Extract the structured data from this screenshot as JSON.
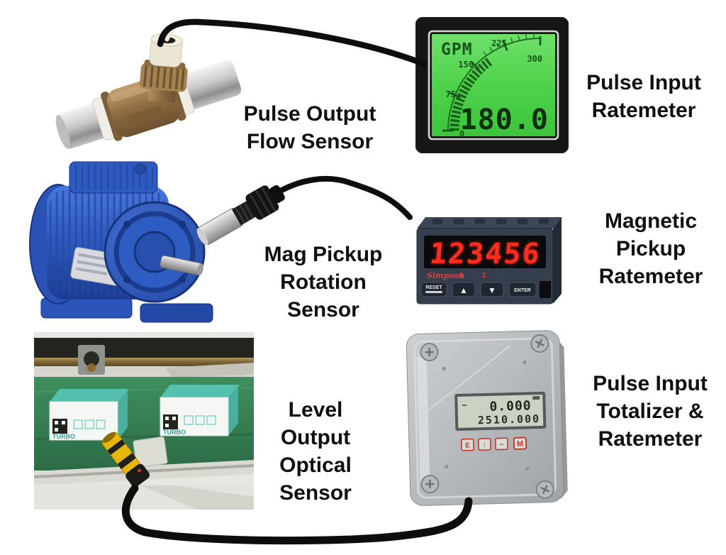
{
  "labels": {
    "flow_sensor": {
      "lines": [
        "Pulse Output",
        "Flow Sensor"
      ]
    },
    "pulse_ratemeter": {
      "lines": [
        "Pulse Input",
        "Ratemeter"
      ]
    },
    "mag_sensor": {
      "lines": [
        "Mag Pickup",
        "Rotation",
        "Sensor"
      ]
    },
    "mag_ratemeter": {
      "lines": [
        "Magnetic",
        "Pickup",
        "Ratemeter"
      ]
    },
    "optical_sensor": {
      "lines": [
        "Level",
        "Output",
        "Optical",
        "Sensor"
      ]
    },
    "totalizer": {
      "lines": [
        "Pulse Input",
        "Totalizer &",
        "Ratemeter"
      ]
    }
  },
  "rate_meter": {
    "unit": "GPM",
    "reading": "180.0",
    "scale": [
      "0",
      "75",
      "150",
      "225",
      "300"
    ],
    "scale_min": 0,
    "scale_max": 300
  },
  "panel_meter": {
    "reading": "123456",
    "brand": "Simpson",
    "indicator1": "1",
    "indicator2": "2",
    "buttons": {
      "reset": "RESET",
      "up": "▲",
      "down": "▼",
      "enter": "ENTER"
    }
  },
  "totalizer_device": {
    "display_line1": "0.000",
    "display_line2": "2510.000",
    "lcd_minus": "−",
    "buttons": [
      "E",
      "↑",
      "−",
      "M"
    ]
  },
  "conveyor": {
    "box_label": "TURBO"
  },
  "colors": {
    "cable": "#0d0d0d",
    "lcd_green": "#4fd24c",
    "lcd_dark_green": "#17541a",
    "led_red": "#ff2d1e",
    "motor_blue": "#2b57bd",
    "brass": "#9c7a4e",
    "box_teal": "#57bfae"
  }
}
